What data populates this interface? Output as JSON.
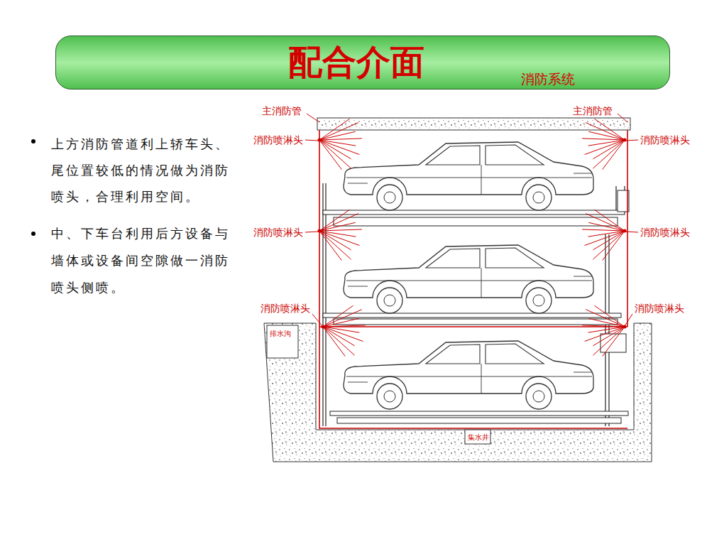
{
  "diagram": {
    "nodes": [
      {
        "text": [
          "配合介面",
          "消防系统"
        ]
      }
    ],
    "labels": [
      "上方消防管道利上轿车头、尾位置较低的情况做为消防喷头，合理利用空间。",
      "中、下车台利用后方设备与墙体或设备间空隙做一消防喷头侧喷。",
      "主消防管",
      "主消防管",
      "消防喷淋头",
      "消防喷淋头",
      "消防喷淋头",
      "消防喷淋头",
      "消防喷淋头",
      "消防喷淋头",
      "排水沟",
      "集水井"
    ]
  }
}
